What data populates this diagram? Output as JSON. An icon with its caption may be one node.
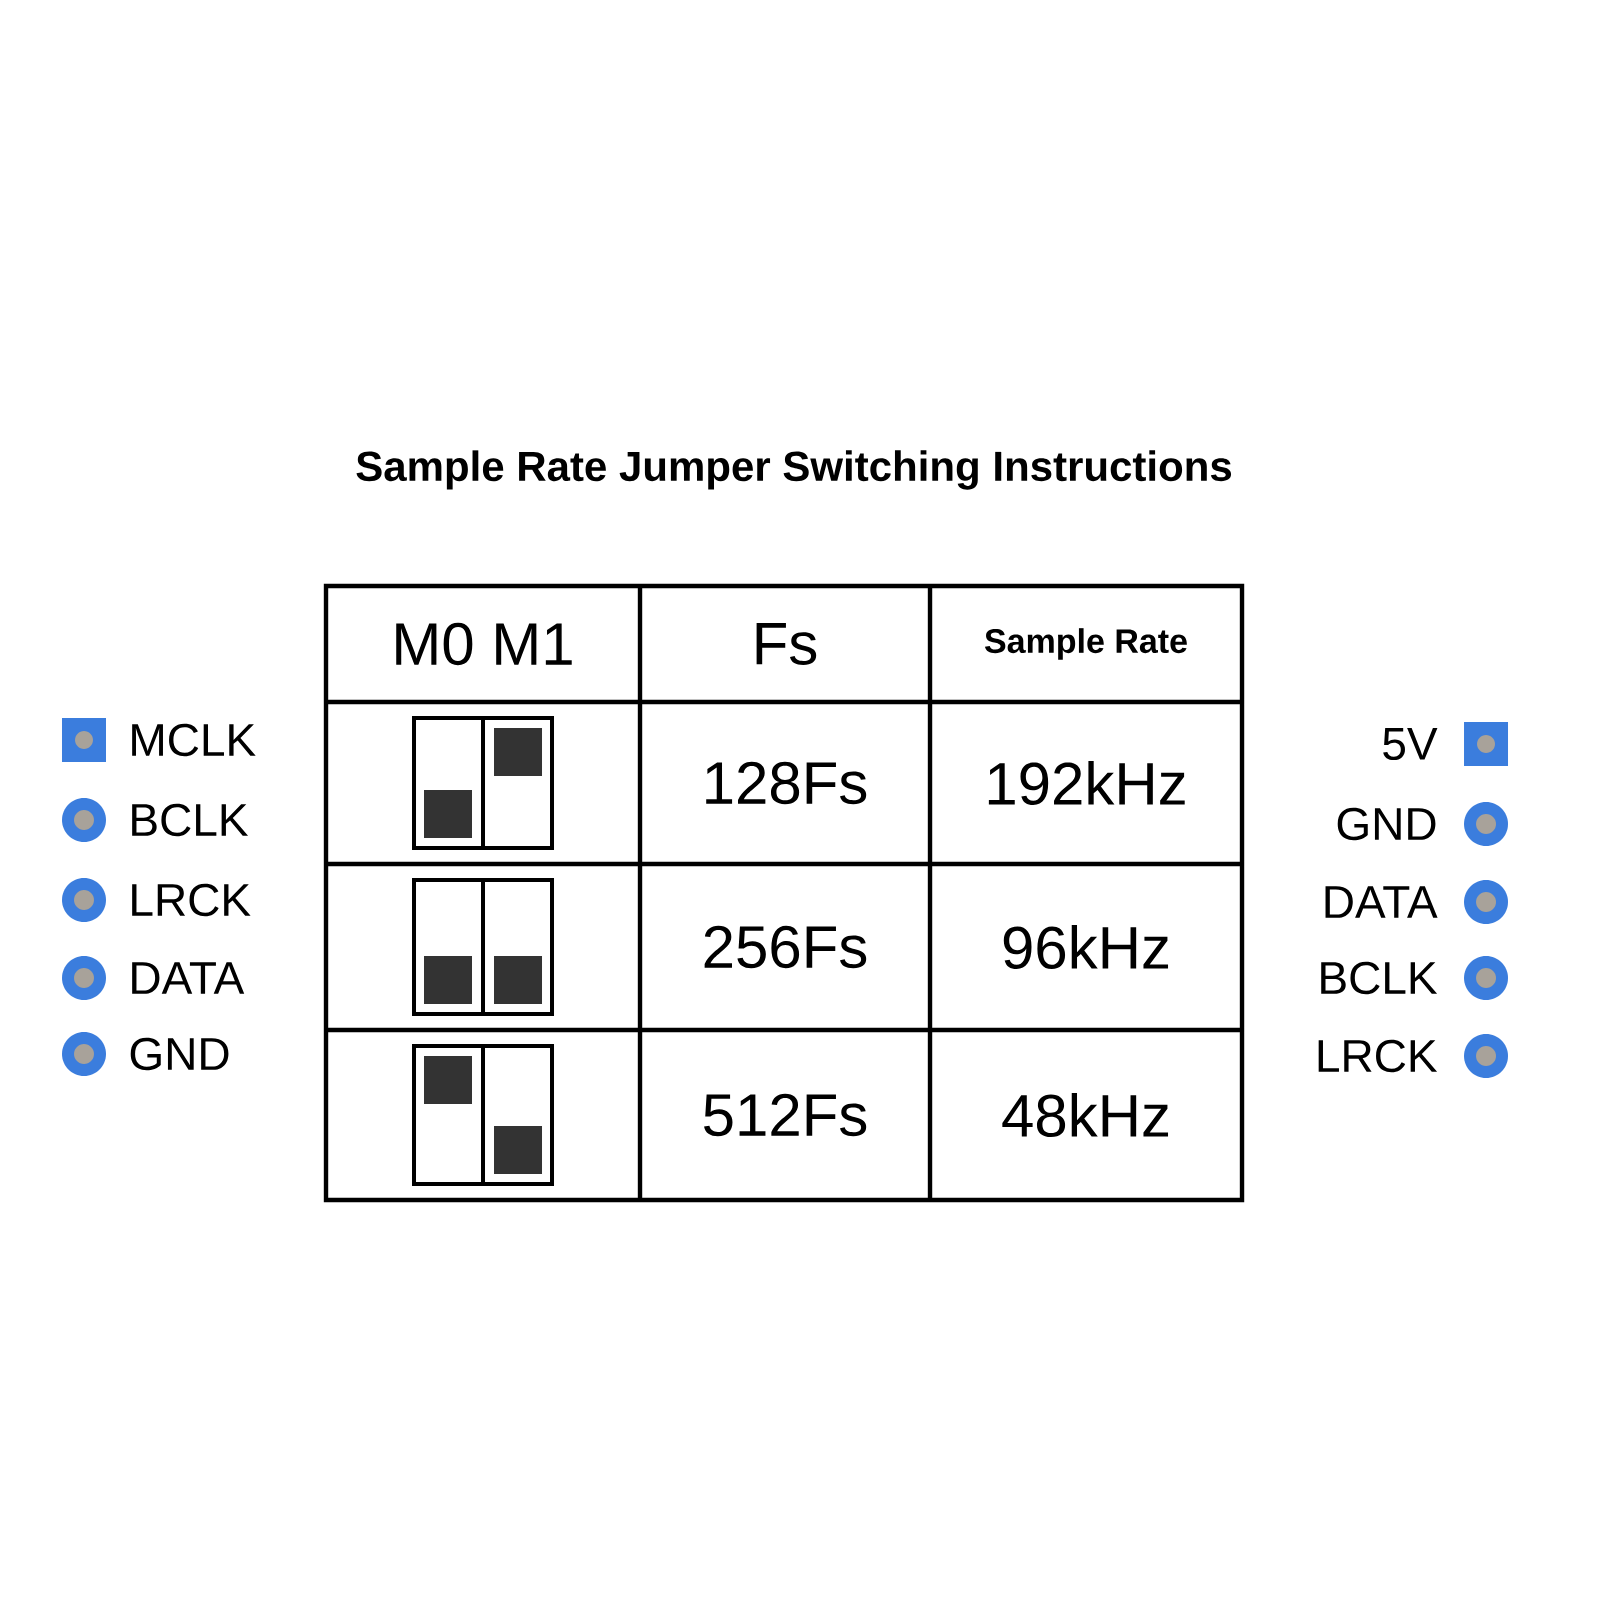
{
  "diagram": {
    "title": "Sample Rate Jumper Switching Instructions",
    "labels": [
      "M0 M1",
      "Fs",
      "Sample Rate",
      "128Fs",
      "192kHz",
      "256Fs",
      "96kHz",
      "512Fs",
      "48kHz",
      "MCLK",
      "BCLK",
      "LRCK",
      "DATA",
      "GND",
      "5V",
      "GND",
      "DATA",
      "BCLK",
      "LRCK"
    ]
  }
}
